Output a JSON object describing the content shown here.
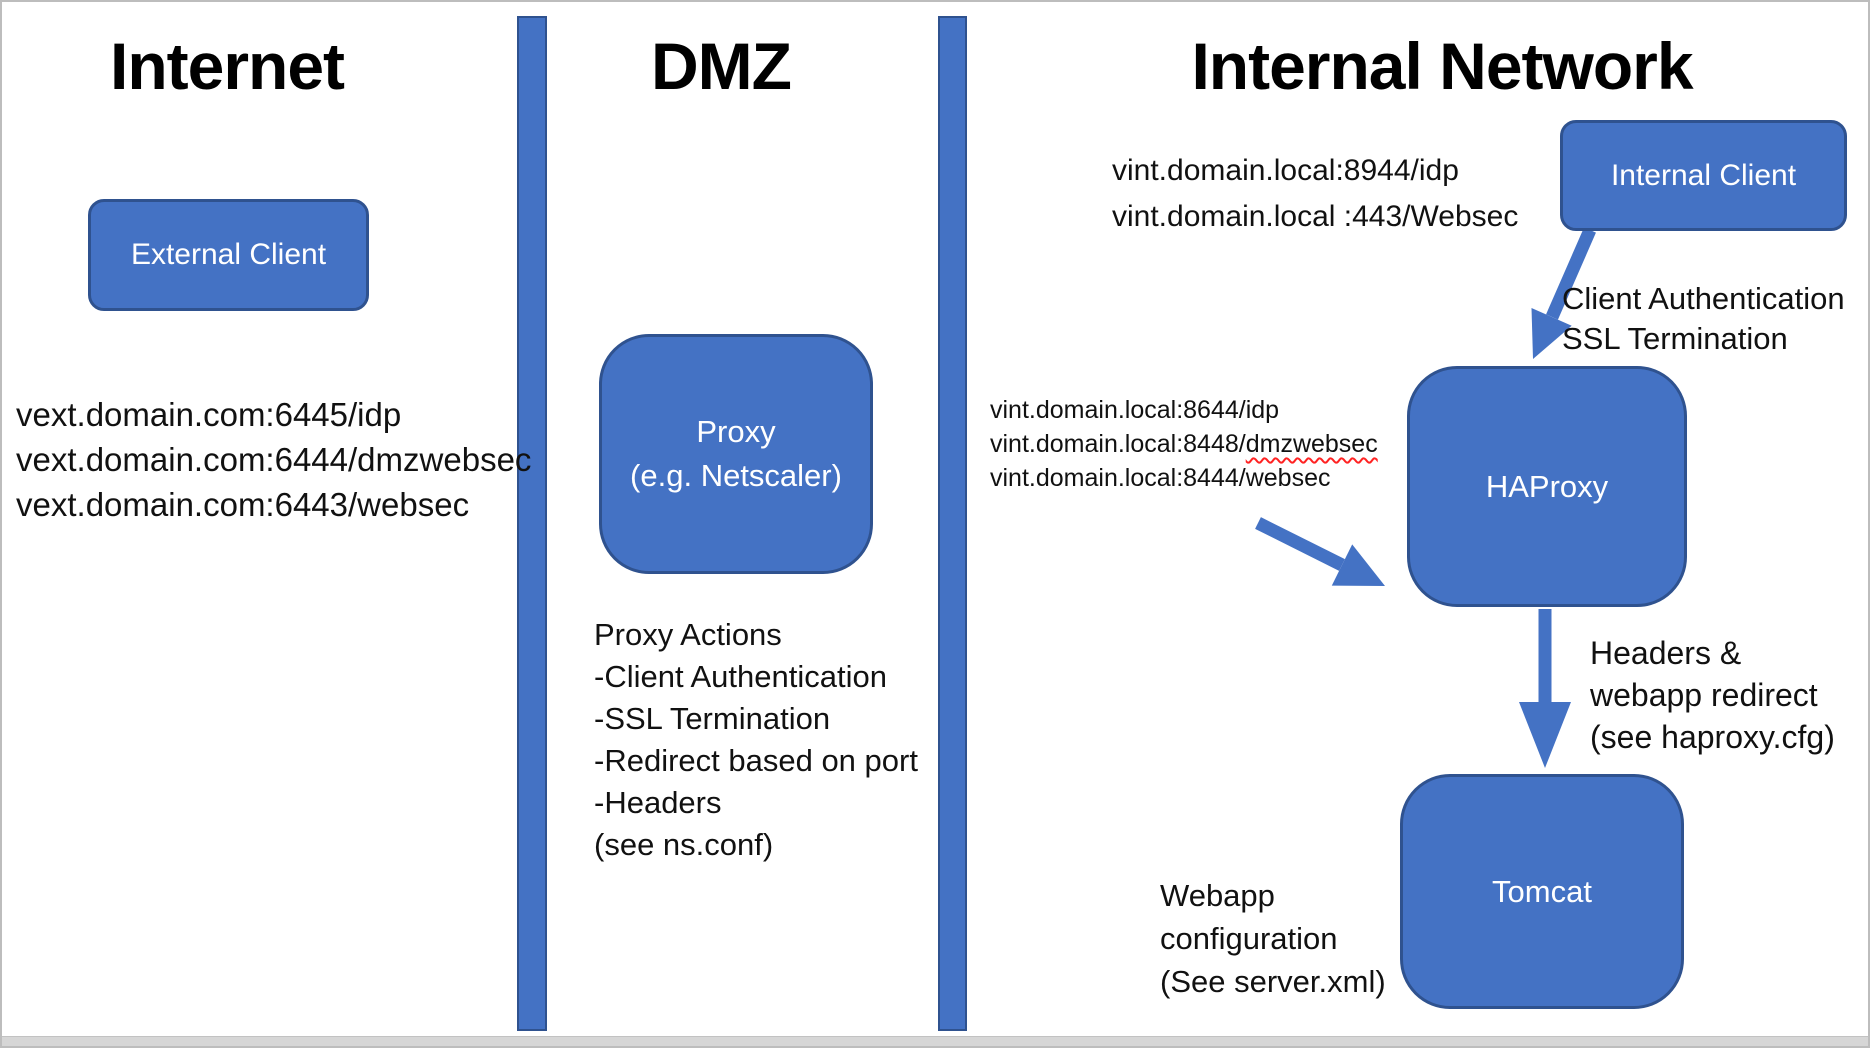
{
  "zones": {
    "internet": {
      "title": "Internet"
    },
    "dmz": {
      "title": "DMZ"
    },
    "internal": {
      "title": "Internal Network"
    }
  },
  "nodes": {
    "external_client": {
      "label": "External Client"
    },
    "proxy": {
      "line1": "Proxy",
      "line2": "(e.g. Netscaler)"
    },
    "internal_client": {
      "label": "Internal Client"
    },
    "haproxy": {
      "label": "HAProxy"
    },
    "tomcat": {
      "label": "Tomcat"
    }
  },
  "annotations": {
    "vext_endpoints": {
      "lines": [
        "vext.domain.com:6445/idp",
        "vext.domain.com:6444/dmzwebsec",
        "vext.domain.com:6443/websec"
      ]
    },
    "proxy_actions": {
      "lines": [
        "Proxy Actions",
        "-Client Authentication",
        "-SSL Termination",
        "-Redirect based on port",
        "-Headers",
        "(see ns.conf)"
      ]
    },
    "vint_client_endpoints": {
      "lines": [
        "vint.domain.local:8944/idp",
        "vint.domain.local :443/Websec"
      ]
    },
    "internal_client_arrow_note": {
      "lines": [
        "Client Authentication",
        "SSL Termination"
      ]
    },
    "vint_haproxy_endpoints": {
      "line1": "vint.domain.local:8644/idp",
      "line2_prefix": "vint.domain.local:8448/",
      "line2_flagged": "dmzwebsec",
      "line3": "vint.domain.local:8444/websec"
    },
    "haproxy_tomcat_note": {
      "lines": [
        "Headers &",
        "webapp redirect",
        "(see haproxy.cfg)"
      ]
    },
    "webapp_config_note": {
      "lines": [
        "Webapp",
        "configuration",
        "(See server.xml)"
      ]
    }
  },
  "colors": {
    "shape_fill": "#4472C4",
    "shape_border": "#2F528F",
    "arrow": "#4472C4",
    "heading_text": "#000000",
    "body_text": "#111111",
    "node_text": "#FFFFFF",
    "spellcheck_underline": "#FF2222",
    "page_border": "#BDBDBD",
    "bottom_strip": "#D6D6D6"
  }
}
